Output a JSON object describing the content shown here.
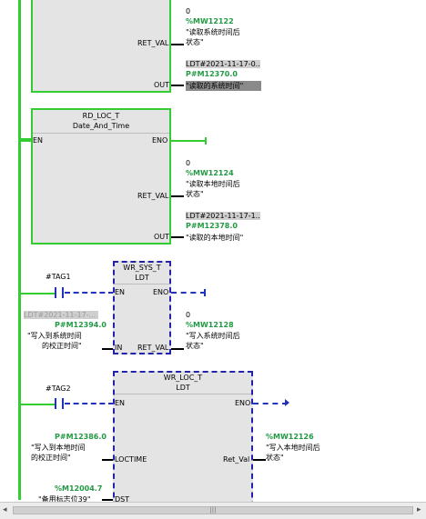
{
  "block1": {
    "pin_ret_val": "RET_VAL",
    "pin_out": "OUT",
    "ret_const": "0",
    "ret_addr": "%MW12122",
    "ret_comment": "\"读取系统时间后\n状态\"",
    "out_const": "LDT#2021-11-17-0...",
    "out_addr": "P#M12370.0",
    "out_comment": "\"读取的系统时间\""
  },
  "block2": {
    "name": "RD_LOC_T",
    "type": "Date_And_Time",
    "pin_en": "EN",
    "pin_eno": "ENO",
    "pin_ret_val": "RET_VAL",
    "pin_out": "OUT",
    "ret_const": "0",
    "ret_addr": "%MW12124",
    "ret_comment": "\"读取本地时间后\n状态\"",
    "out_const": "LDT#2021-11-17-1...",
    "out_addr": "P#M12378.0",
    "out_comment": "\"读取的本地时间\""
  },
  "block3": {
    "name": "WR_SYS_T",
    "type": "LDT",
    "pin_en": "EN",
    "pin_eno": "ENO",
    "pin_in": "IN",
    "pin_ret_val": "RET_VAL",
    "contact_tag": "#TAG1",
    "in_const": "LDT#2021-11-17-...",
    "in_addr": "P#M12394.0",
    "in_comment": "\"写入到系统时间\n的校正时间\"",
    "ret_const": "0",
    "ret_addr": "%MW12128",
    "ret_comment": "\"写入系统时间后\n状态\""
  },
  "block4": {
    "name": "WR_LOC_T",
    "type": "LDT",
    "pin_en": "EN",
    "pin_eno": "ENO",
    "pin_loctime": "LOCTIME",
    "pin_ret_val": "Ret_Val",
    "pin_dst": "DST",
    "contact_tag": "#TAG2",
    "loc_addr": "P#M12386.0",
    "loc_comment": "\"写入到本地时间\n的校正时间\"",
    "ret_addr": "%MW12126",
    "ret_comment": "\"写入本地时间后\n状态\"",
    "dst_addr": "%M12004.7",
    "dst_comment": "\"备用标志位39\""
  },
  "colors": {
    "rail": "#33cc33",
    "inactive_wire": "#2233bb",
    "address": "#229944",
    "block_fill": "#e4e4e4"
  }
}
